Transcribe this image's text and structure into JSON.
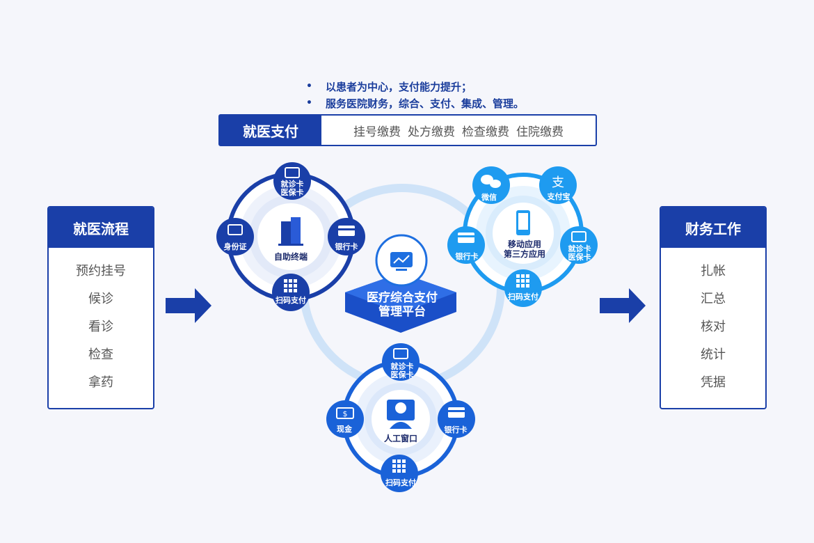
{
  "bullets": [
    "以患者为中心，支付能力提升；",
    "服务医院财务，综合、支付、集成、管理。"
  ],
  "bullet_marker": "•",
  "topbar": {
    "title": "就医支付",
    "items": [
      "挂号缴费",
      "处方缴费",
      "检查缴费",
      "住院缴费"
    ]
  },
  "left_panel": {
    "title": "就医流程",
    "items": [
      "预约挂号",
      "候诊",
      "看诊",
      "检查",
      "拿药"
    ]
  },
  "right_panel": {
    "title": "财务工作",
    "items": [
      "扎帐",
      "汇总",
      "核对",
      "统计",
      "凭据"
    ]
  },
  "center": {
    "title_line1": "医疗综合支付",
    "title_line2": "管理平台"
  },
  "hub_selfservice": {
    "center_label": "自助终端",
    "nodes": {
      "top": "就诊卡\n医保卡",
      "left": "身份证",
      "right": "银行卡",
      "bottom": "扫码支付"
    }
  },
  "hub_mobile": {
    "center_label_line1": "移动应用",
    "center_label_line2": "第三方应用",
    "nodes": {
      "wechat": "微信",
      "alipay": "支付宝",
      "left": "银行卡",
      "right": "就诊卡\n医保卡",
      "bottom": "扫码支付"
    }
  },
  "hub_manual": {
    "center_label": "人工窗口",
    "nodes": {
      "top": "就诊卡\n医保卡",
      "left": "现金",
      "right": "银行卡",
      "bottom": "扫码支付"
    }
  },
  "colors": {
    "primary": "#1a3fa8",
    "light_blue": "#1e9bf0",
    "ring": "#cfe3f8"
  }
}
